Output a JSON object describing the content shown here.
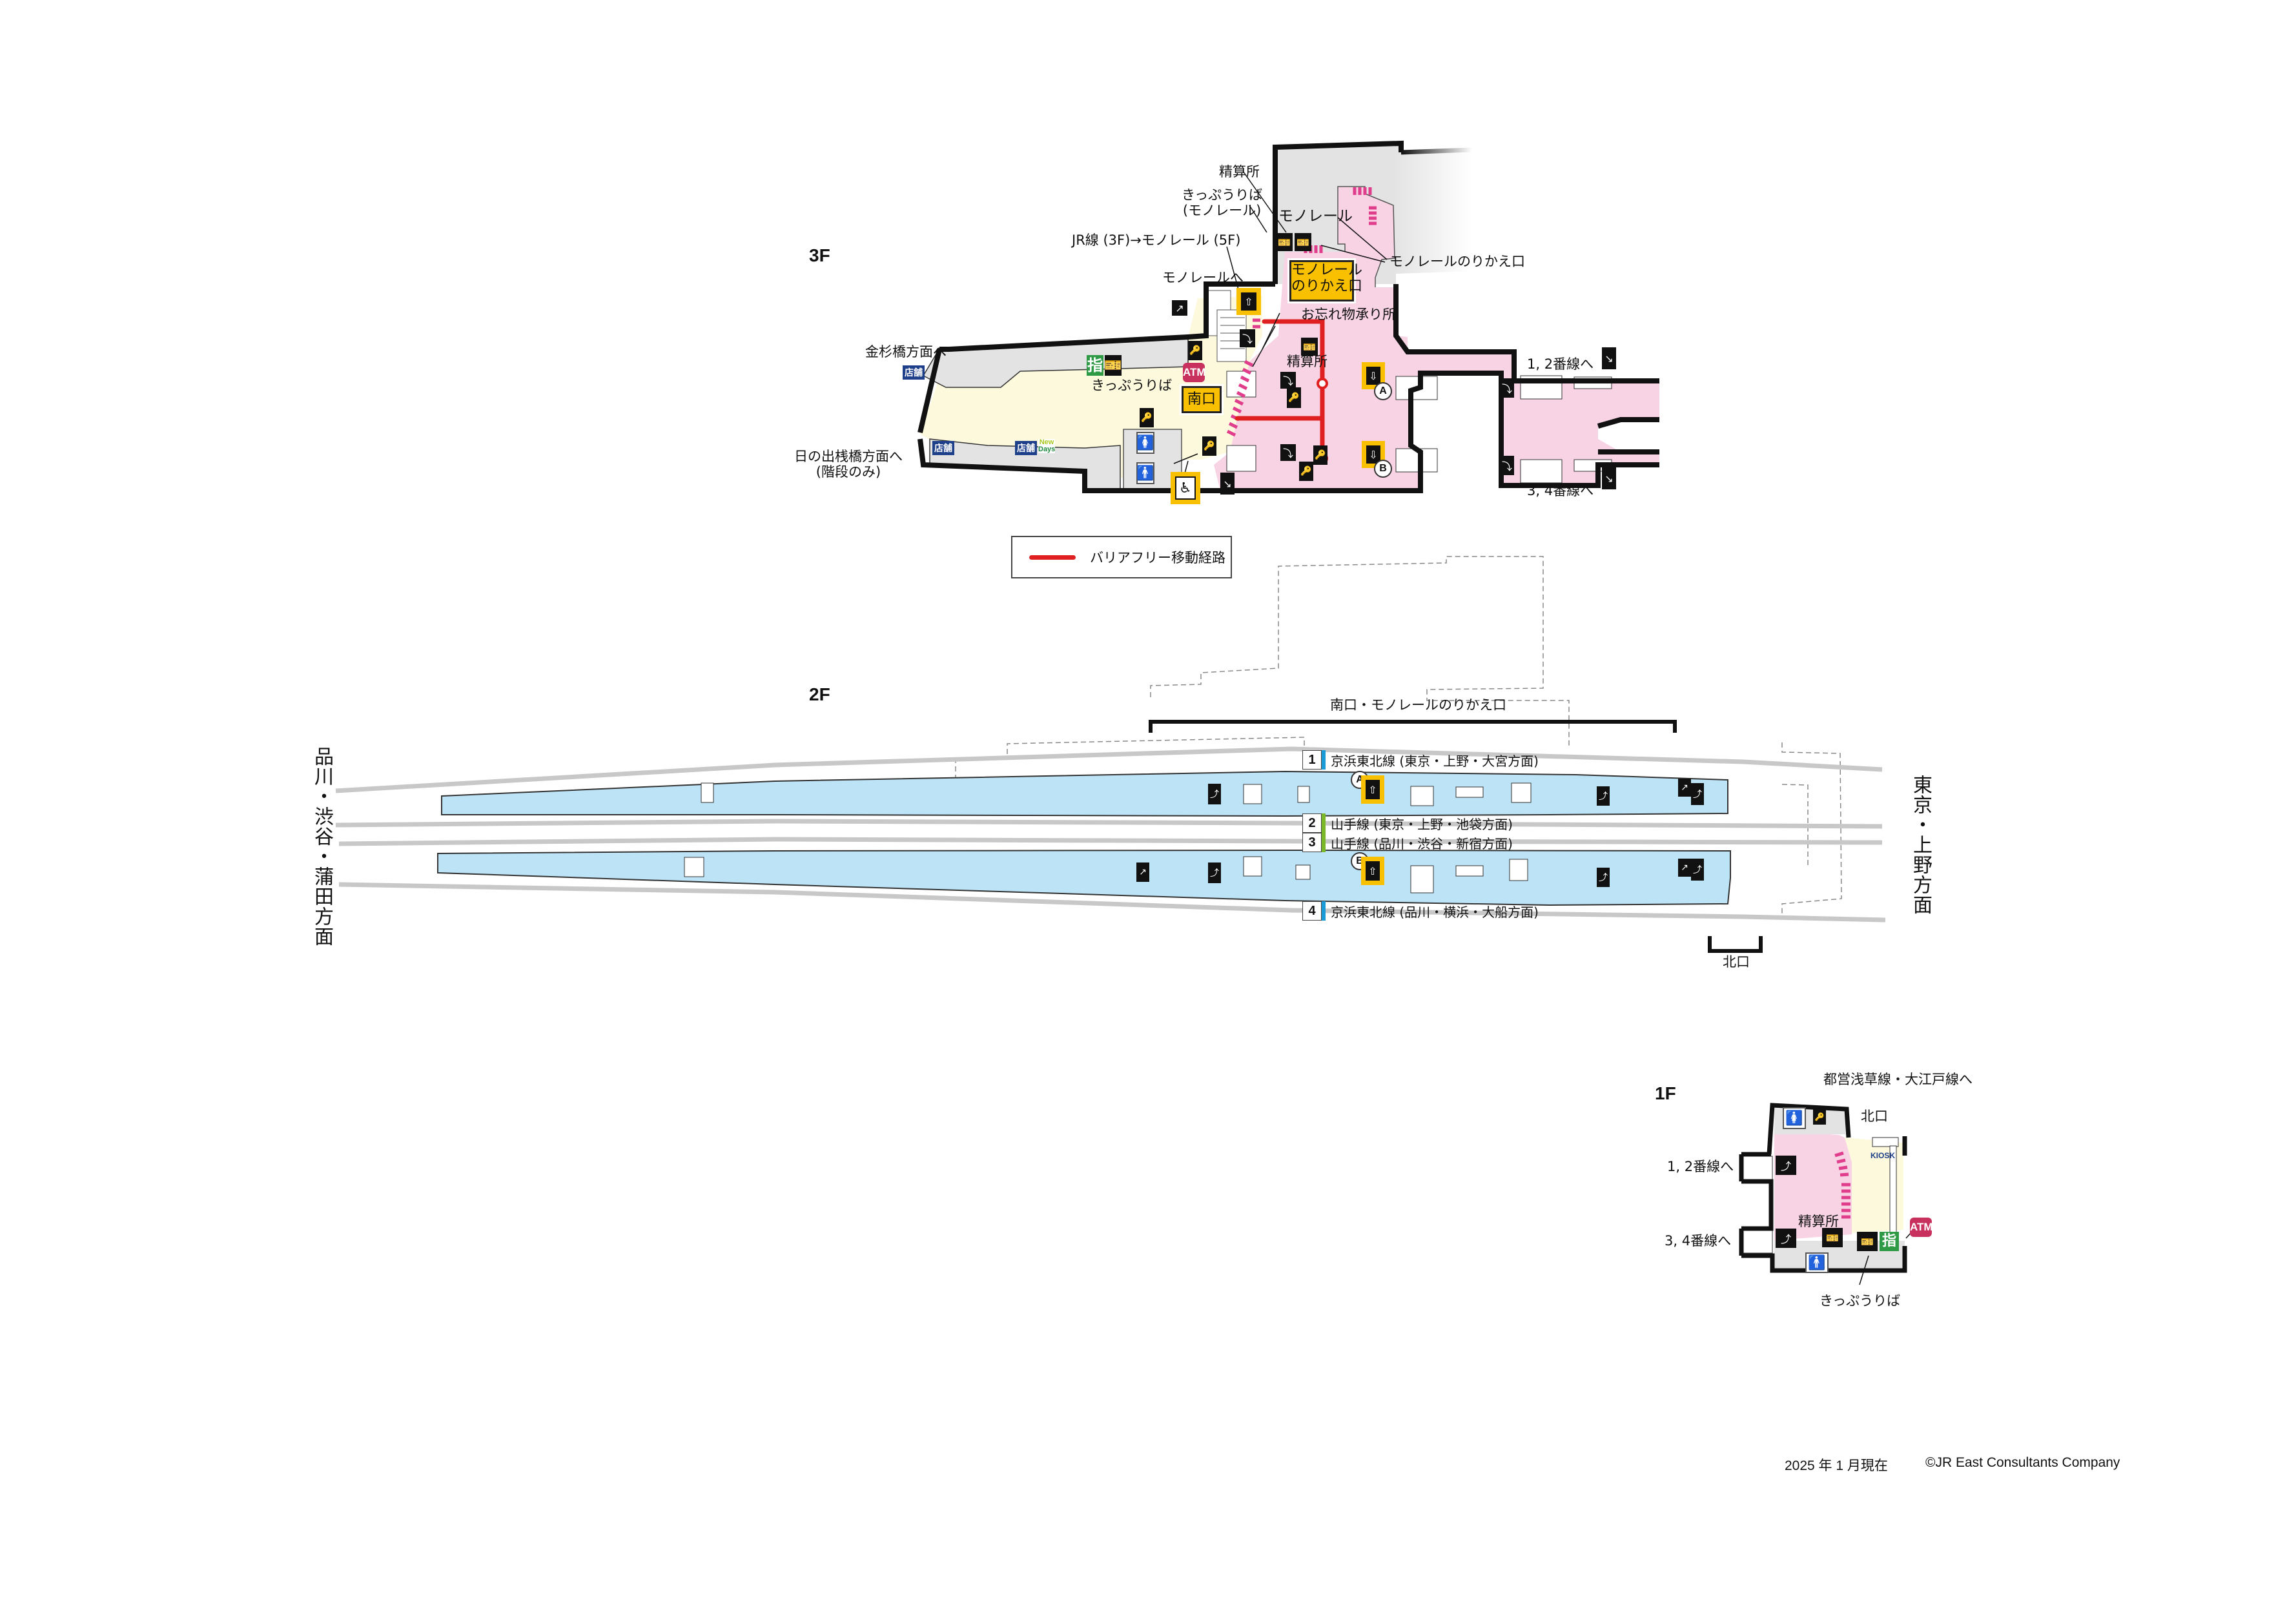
{
  "colors": {
    "concourse_paid": "#f7d3e3",
    "concourse_free": "#fdf9dc",
    "non_public": "#e3e3e3",
    "platform": "#bde3f6",
    "track": "#c8c8c8",
    "barrier_free_route": "#e02020",
    "signage_yellow": "#f8c000",
    "keihin_tohoku": "#1a9ad6",
    "yamanote": "#7ab829",
    "atm": "#c8305e",
    "reserved_seat": "#2f9a45",
    "shop_badge": "#1e3f8a"
  },
  "floors": {
    "f3": {
      "label": "3F",
      "labels": {
        "fare_adjust_top": "精算所",
        "ticket_monorail": "きっぷうりば\n(モノレール)",
        "jr_to_monorail": "JR線 (3F)→モノレール (5F)",
        "monorail_area": "モノレール",
        "monorail_transfer_gate": "モノレールのりかえ口",
        "to_monorail": "モノレールへ",
        "lost_and_found": "お忘れ物承り所",
        "fare_adjust": "精算所",
        "to_kanasugibashi": "金杉橋方面へ",
        "to_hinode": "日の出桟橋方面へ\n(階段のみ)",
        "ticket_office": "きっぷうりば",
        "platform_12": "1, 2番線へ",
        "platform_34": "3, 4番線へ"
      },
      "signs": {
        "monorail_transfer": "モノレール\nのりかえ口",
        "south_exit": "南口",
        "atm": "ATM",
        "reserved_seat": "指",
        "shop": "店舗",
        "newdays_line1": "New",
        "newdays_line2": "Days"
      },
      "elevator_markers": [
        "A",
        "B"
      ],
      "icons": [
        "escalator-icon",
        "elevator-icon",
        "stairs-icon",
        "ticket-machine-icon",
        "coin-locker-icon",
        "toilet-women-icon",
        "toilet-men-icon",
        "wheelchair-icon"
      ]
    },
    "f2": {
      "label": "2F",
      "south_exit_bracket": "南口・モノレールのりかえ口",
      "north_exit_bracket": "北口",
      "direction_left": "品川・渋谷・蒲田方面",
      "direction_right": "東京・上野方面",
      "platforms": [
        {
          "number": "1",
          "line": "京浜東北線 (東京・上野・大宮方面)",
          "color": "#1a9ad6"
        },
        {
          "number": "2",
          "line": "山手線 (東京・上野・池袋方面)",
          "color": "#7ab829"
        },
        {
          "number": "3",
          "line": "山手線 (品川・渋谷・新宿方面)",
          "color": "#7ab829"
        },
        {
          "number": "4",
          "line": "京浜東北線 (品川・横浜・大船方面)",
          "color": "#1a9ad6"
        }
      ],
      "elevator_markers": [
        "A",
        "B"
      ]
    },
    "f1": {
      "label": "1F",
      "labels": {
        "to_toei": "都営浅草線・大江戸線へ",
        "north_exit": "北口",
        "platform_12": "1, 2番線へ",
        "platform_34": "3, 4番線へ",
        "fare_adjust": "精算所",
        "ticket_office": "きっぷうりば"
      },
      "signs": {
        "kiosk": "KIOSK",
        "atm": "ATM",
        "reserved_seat": "指"
      }
    }
  },
  "legend": {
    "barrier_free_route": "バリアフリー移動経路"
  },
  "footer": {
    "as_of": "2025 年 1 月現在",
    "copyright": "©JR East Consultants Company"
  }
}
